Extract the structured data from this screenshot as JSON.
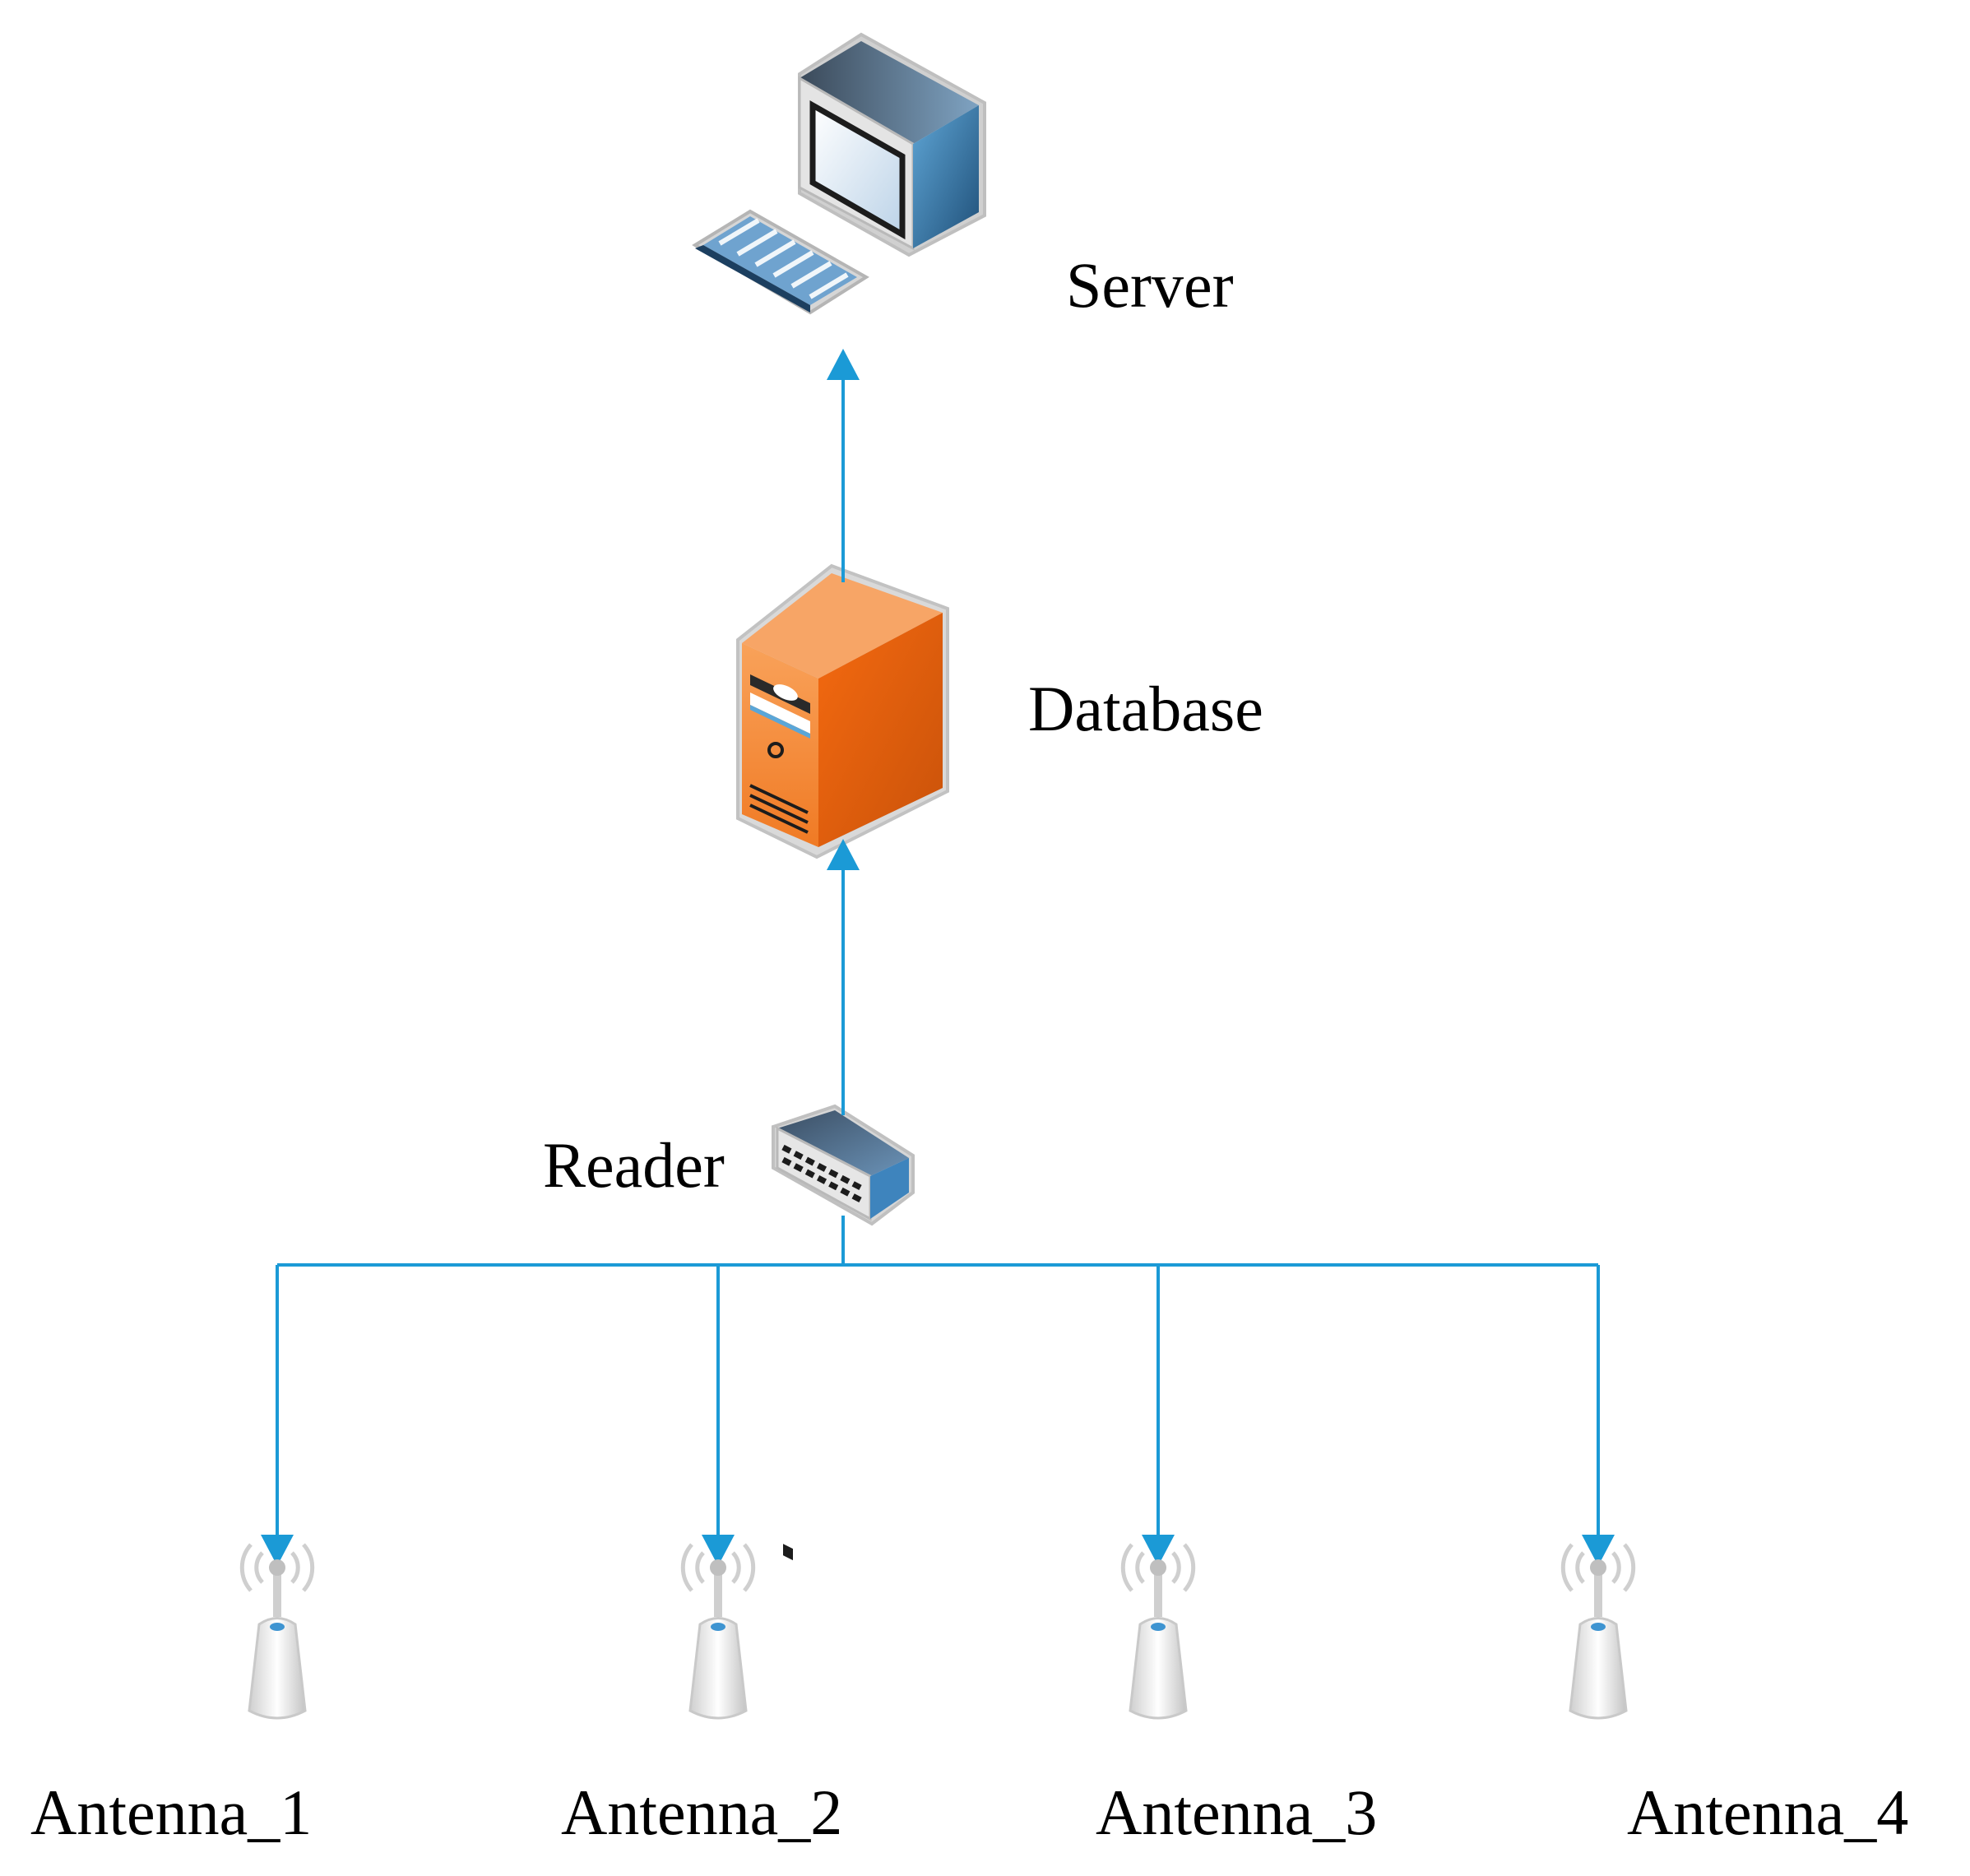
{
  "nodes": {
    "server": {
      "label": "Server"
    },
    "database": {
      "label": "Database"
    },
    "reader": {
      "label": "Reader"
    },
    "antennas": [
      {
        "label": "Antenna_1"
      },
      {
        "label": "Antenna_2"
      },
      {
        "label": "Antenna_3"
      },
      {
        "label": "Antenna_4"
      }
    ]
  },
  "colors": {
    "connector": "#1b9ad6",
    "server_blue": "#2a6f9e",
    "database_orange": "#f07a24",
    "antenna_gray": "#d4d4d4"
  }
}
